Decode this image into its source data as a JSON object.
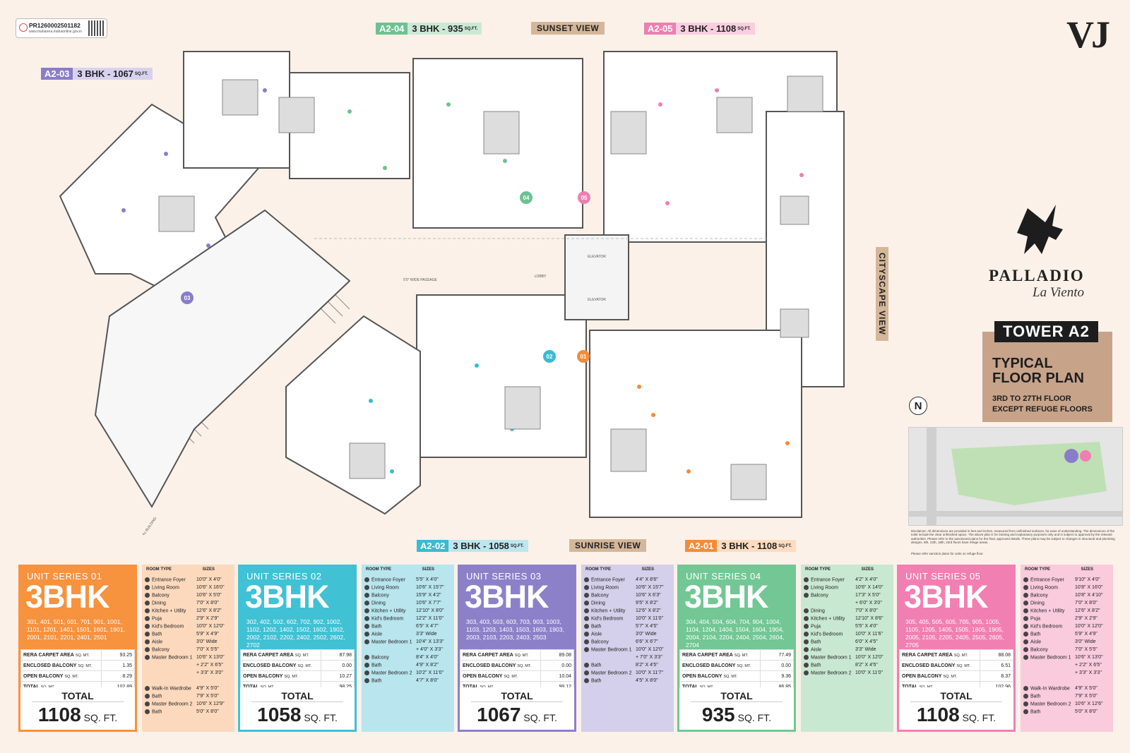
{
  "rera": {
    "number": "PR1260002501182",
    "url": "www.maharera.mahaonline.gov.in"
  },
  "brand": {
    "vj": "VJ",
    "project": "PALLADIO",
    "subtitle": "La Viento"
  },
  "tower": {
    "name": "TOWER A2",
    "plan_line1": "TYPICAL",
    "plan_line2": "FLOOR PLAN",
    "floors_line1": "3RD TO 27TH FLOOR",
    "floors_line2": "EXCEPT REFUGE FLOORS"
  },
  "compass": "N",
  "views": {
    "sunset": "SUNSET VIEW",
    "sunrise": "SUNRISE VIEW",
    "cityscape": "CITYSCAPE VIEW"
  },
  "unit_tags": [
    {
      "code": "A2-03",
      "desc": "3 BHK - 1067",
      "unit": "SQ.FT.",
      "color": "#8a7dc8"
    },
    {
      "code": "A2-04",
      "desc": "3 BHK - 935",
      "unit": "SQ.FT.",
      "color": "#6cc291"
    },
    {
      "code": "A2-05",
      "desc": "3 BHK - 1108",
      "unit": "SQ.FT.",
      "color": "#ee7fb0"
    },
    {
      "code": "A2-02",
      "desc": "3 BHK - 1058",
      "unit": "SQ.FT.",
      "color": "#38bcd0"
    },
    {
      "code": "A2-01",
      "desc": "3 BHK - 1108",
      "unit": "SQ.FT.",
      "color": "#f28c3b"
    }
  ],
  "plan_labels": {
    "passage": "5'0\" WIDE PASSAGE",
    "lobby": "LOBBY",
    "elevator": "ELEVATOR",
    "adjacent": "ADJACENT A1 BUILDING",
    "markers": [
      "01",
      "02",
      "03",
      "04",
      "05"
    ]
  },
  "disclaimer": "Disclaimer: All dimensions are provided in feet and inches, measured from unfinished surfaces, for ease of understanding. The dimensions of the toilet include the clear unfinished space. The above plan is for training and explanatory purposes only and is subject to approval by the relevant authorities. Please refer to the sanctioned plans for the final, approved details. These plans may be subject to changes in structural and plumbing designs. 8th, 13th, 18th, 23rd floors have refuge areas.",
  "disclaimer2": "Please refer sanction plans for units on refuge floor.",
  "colors": {
    "s01": "#f7923f",
    "s01_light": "#fcd9bd",
    "s02": "#40c1d4",
    "s02_light": "#b8e5ee",
    "s03": "#8c81c9",
    "s03_light": "#d4cfea",
    "s04": "#72c794",
    "s04_light": "#c9e8d2",
    "s05": "#f27fb2",
    "s05_light": "#f9cbdd"
  },
  "units": [
    {
      "series": "UNIT SERIES 01",
      "type": "3BHK",
      "floors": "301, 401, 501, 601, 701, 901, 1001, 1101, 1201, 1401, 1501, 1601, 1901, 2001, 2101, 2201, 2401, 2501",
      "areas": [
        {
          "label": "RERA CARPET AREA",
          "unit": "SQ. MT.",
          "value": "93.25"
        },
        {
          "label": "ENCLOSED BALCONY",
          "unit": "SQ. MT.",
          "value": "1.35"
        },
        {
          "label": "OPEN BALCONY",
          "unit": "SQ. MT.",
          "value": "8.29"
        },
        {
          "label": "TOTAL",
          "unit": "SQ. MT.",
          "value": "102.89"
        }
      ],
      "total_label": "TOTAL",
      "total": "1108",
      "total_unit": "SQ. FT.",
      "room_hdr": [
        "ROOM TYPE",
        "SIZES"
      ],
      "rooms": [
        [
          "Entrance Foyer",
          "10'0\" X 4'0\""
        ],
        [
          "Living Room",
          "10'6\" X 16'0\""
        ],
        [
          "Balcony",
          "10'6\" X 5'0\""
        ],
        [
          "Dining",
          "7'0\" X 8'0\""
        ],
        [
          "Kitchen + Utility",
          "12'6\" X 8'2\""
        ],
        [
          "Puja",
          "2'9\" X 2'9\""
        ],
        [
          "Kid's Bedroom",
          "10'0\" X 12'0\""
        ],
        [
          "Bath",
          "5'9\" X 4'9\""
        ],
        [
          "Aisle",
          "3'0\" Wide"
        ],
        [
          "Balcony",
          "7'0\" X 5'5\""
        ],
        [
          "Master Bedroom 1",
          "10'6\" X 13'0\""
        ],
        [
          "",
          "+ 2'2\" X 6'5\""
        ],
        [
          "",
          "+ 3'3\" X 3'0\""
        ],
        [
          "",
          ""
        ],
        [
          "Walk-In Wardrobe",
          "4'9\" X 5'0\""
        ],
        [
          "Bath",
          "7'9\" X 5'0\""
        ],
        [
          "Master Bedroom 2",
          "10'6\" X 12'9\""
        ],
        [
          "Bath",
          "5'0\" X 8'0\""
        ]
      ]
    },
    {
      "series": "UNIT SERIES 02",
      "type": "3BHK",
      "floors": "302, 402, 502, 602, 702, 902, 1002, 1102, 1202, 1402, 1502, 1602, 1902, 2002, 2102, 2202, 2402, 2502, 2602, 2702",
      "areas": [
        {
          "label": "RERA CARPET AREA",
          "unit": "SQ. MT.",
          "value": "87.98"
        },
        {
          "label": "ENCLOSED BALCONY",
          "unit": "SQ. MT.",
          "value": "0.00"
        },
        {
          "label": "OPEN BALCONY",
          "unit": "SQ. MT.",
          "value": "10.27"
        },
        {
          "label": "TOTAL",
          "unit": "SQ. MT.",
          "value": "98.25"
        }
      ],
      "total_label": "TOTAL",
      "total": "1058",
      "total_unit": "SQ. FT.",
      "room_hdr": [
        "ROOM TYPE",
        "SIZES"
      ],
      "rooms": [
        [
          "Entrance Foyer",
          "5'5\" X 4'0\""
        ],
        [
          "Living Room",
          "10'6\" X 15'7\""
        ],
        [
          "Balcony",
          "15'9\" X 4'2\""
        ],
        [
          "Dining",
          "10'6\" X 7'7\""
        ],
        [
          "Kitchen + Utility",
          "12'10\" X 8'0\""
        ],
        [
          "Kid's Bedroom",
          "12'2\" X 11'0\""
        ],
        [
          "Bath",
          "6'5\" X 4'7\""
        ],
        [
          "Aisle",
          "3'3\" Wide"
        ],
        [
          "Master Bedroom 1",
          "10'4\" X 13'3\""
        ],
        [
          "",
          "+ 4'0\" X 3'3\""
        ],
        [
          "Balcony",
          "8'4\" X 4'0\""
        ],
        [
          "Bath",
          "4'9\" X 8'2\""
        ],
        [
          "Master Bedroom 2",
          "10'2\" X 11'0\""
        ],
        [
          "Bath",
          "4'7\" X 8'0\""
        ]
      ]
    },
    {
      "series": "UNIT SERIES 03",
      "type": "3BHK",
      "floors": "303, 403, 503, 603, 703, 903, 1003, 1103, 1203, 1403, 1503, 1603, 1903, 2003, 2103, 2203, 2403, 2503",
      "areas": [
        {
          "label": "RERA CARPET AREA",
          "unit": "SQ. MT.",
          "value": "89.08"
        },
        {
          "label": "ENCLOSED BALCONY",
          "unit": "SQ. MT.",
          "value": "0.00"
        },
        {
          "label": "OPEN BALCONY",
          "unit": "SQ. MT.",
          "value": "10.04"
        },
        {
          "label": "TOTAL",
          "unit": "SQ. MT.",
          "value": "99.12"
        }
      ],
      "total_label": "TOTAL",
      "total": "1067",
      "total_unit": "SQ. FT.",
      "room_hdr": [
        "ROOM TYPE",
        "SIZES"
      ],
      "rooms": [
        [
          "Entrance Foyer",
          "4'4\" X 8'6\""
        ],
        [
          "Living Room",
          "10'6\" X 15'7\""
        ],
        [
          "Balcony",
          "10'6\" X 6'3\""
        ],
        [
          "Dining",
          "9'5\" X 8'2\""
        ],
        [
          "Kitchen + Utility",
          "12'6\" X 8'2\""
        ],
        [
          "Kid's Bedroom",
          "10'0\" X 11'0\""
        ],
        [
          "Bath",
          "5'7\" X 4'5\""
        ],
        [
          "Aisle",
          "3'0\" Wide"
        ],
        [
          "Balcony",
          "6'6\" X 6'7\""
        ],
        [
          "Master Bedroom 1",
          "10'0\" X 12'0\""
        ],
        [
          "",
          "+ 7'0\" X 3'3\""
        ],
        [
          "Bath",
          "8'2\" X 4'5\""
        ],
        [
          "Master Bedroom 2",
          "10'0\" X 11'7\""
        ],
        [
          "Bath",
          "4'5\" X 8'0\""
        ]
      ]
    },
    {
      "series": "UNIT SERIES 04",
      "type": "3BHK",
      "floors": "304, 404, 504, 604, 704, 904, 1004, 1104, 1204, 1404, 1504, 1604, 1904, 2004, 2104, 2204, 2404, 2504, 2604, 2704",
      "areas": [
        {
          "label": "RERA CARPET AREA",
          "unit": "SQ. MT.",
          "value": "77.49"
        },
        {
          "label": "ENCLOSED BALCONY",
          "unit": "SQ. MT.",
          "value": "0.00"
        },
        {
          "label": "OPEN BALCONY",
          "unit": "SQ. MT.",
          "value": "9.36"
        },
        {
          "label": "TOTAL",
          "unit": "SQ. MT.",
          "value": "86.85"
        }
      ],
      "total_label": "TOTAL",
      "total": "935",
      "total_unit": "SQ. FT.",
      "room_hdr": [
        "ROOM TYPE",
        "SIZES"
      ],
      "rooms": [
        [
          "Entrance Foyer",
          "4'2\" X 4'0\""
        ],
        [
          "Living Room",
          "10'6\" X 14'0\""
        ],
        [
          "Balcony",
          "17'3\" X 5'0\""
        ],
        [
          "",
          "+ 6'0\" X 3'0\""
        ],
        [
          "Dining",
          "7'0\" X 8'0\""
        ],
        [
          "Kitchen + Utility",
          "12'10\" X 8'6\""
        ],
        [
          "Puja",
          "5'5\" X 4'0\""
        ],
        [
          "Kid's Bedroom",
          "10'0\" X 11'6\""
        ],
        [
          "Bath",
          "6'0\" X 4'5\""
        ],
        [
          "Aisle",
          "3'3\" Wide"
        ],
        [
          "Master Bedroom 1",
          "10'0\" X 12'0\""
        ],
        [
          "Bath",
          "8'2\" X 4'5\""
        ],
        [
          "Master Bedroom 2",
          "10'0\" X 11'0\""
        ]
      ]
    },
    {
      "series": "UNIT SERIES 05",
      "type": "3BHK",
      "floors": "305, 405, 505, 605, 705, 905, 1005, 1105, 1205, 1405, 1505, 1605, 1905, 2005, 2105, 2205, 2405, 2505, 2605, 2705",
      "areas": [
        {
          "label": "RERA CARPET AREA",
          "unit": "SQ. MT.",
          "value": "88.08"
        },
        {
          "label": "ENCLOSED BALCONY",
          "unit": "SQ. MT.",
          "value": "6.51"
        },
        {
          "label": "OPEN BALCONY",
          "unit": "SQ. MT.",
          "value": "8.37"
        },
        {
          "label": "TOTAL",
          "unit": "SQ. MT.",
          "value": "102.96"
        }
      ],
      "total_label": "TOTAL",
      "total": "1108",
      "total_unit": "SQ. FT.",
      "room_hdr": [
        "ROOM TYPE",
        "SIZES"
      ],
      "rooms": [
        [
          "Entrance Foyer",
          "9'10\" X 4'0\""
        ],
        [
          "Living Room",
          "10'8\" X 16'0\""
        ],
        [
          "Balcony",
          "10'8\" X 4'10\""
        ],
        [
          "Dining",
          "7'0\" X 8'0\""
        ],
        [
          "Kitchen + Utility",
          "12'6\" X 8'2\""
        ],
        [
          "Puja",
          "2'9\" X 2'9\""
        ],
        [
          "Kid's Bedroom",
          "10'0\" X 12'0\""
        ],
        [
          "Bath",
          "5'9\" X 4'9\""
        ],
        [
          "Aisle",
          "3'0\" Wide"
        ],
        [
          "Balcony",
          "7'0\" X 5'5\""
        ],
        [
          "Master Bedroom 1",
          "10'6\" X 13'0\""
        ],
        [
          "",
          "+ 2'2\" X 6'5\""
        ],
        [
          "",
          "+ 3'3\" X 3'3\""
        ],
        [
          "",
          ""
        ],
        [
          "Walk-In Wardrobe",
          "4'9\" X 5'0\""
        ],
        [
          "Bath",
          "7'9\" X 5'0\""
        ],
        [
          "Master Bedroom 2",
          "10'6\" X 12'6\""
        ],
        [
          "Bath",
          "5'0\" X 8'0\""
        ]
      ]
    }
  ]
}
